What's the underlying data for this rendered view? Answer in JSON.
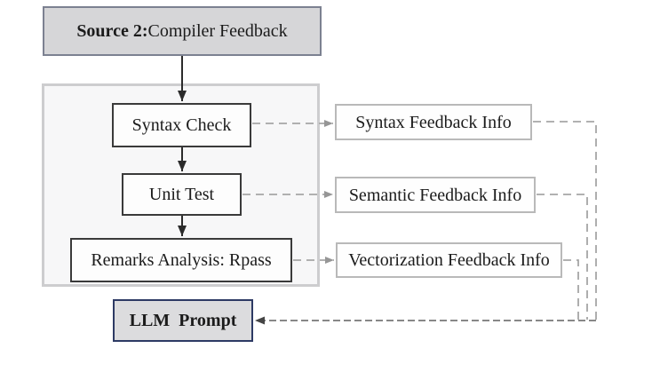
{
  "source_box": {
    "prefix": "Source 2:",
    "suffix": " Compiler Feedback"
  },
  "pipeline": {
    "steps": [
      {
        "label": "Syntax Check"
      },
      {
        "label": "Unit Test"
      },
      {
        "label": "Remarks Analysis: Rpass"
      }
    ]
  },
  "feedback": {
    "items": [
      {
        "label": "Syntax Feedback Info"
      },
      {
        "label": "Semantic Feedback Info"
      },
      {
        "label": "Vectorization Feedback Info"
      }
    ]
  },
  "llm_box": {
    "label": "LLM  Prompt"
  },
  "colors": {
    "source-fill": "#d6d6d8",
    "source-border": "#7c8191",
    "container-fill": "#f7f7f8",
    "container-border": "#cdcdcf",
    "step-border": "#3a3a3a",
    "feedback-border": "#b9b9b9",
    "llm-fill": "#dcdcde",
    "llm-border": "#2d3a64",
    "solid-arrow": "#2b2b2b",
    "dashed-gray": "#a6a6a6",
    "dashed-dark": "#606060"
  }
}
